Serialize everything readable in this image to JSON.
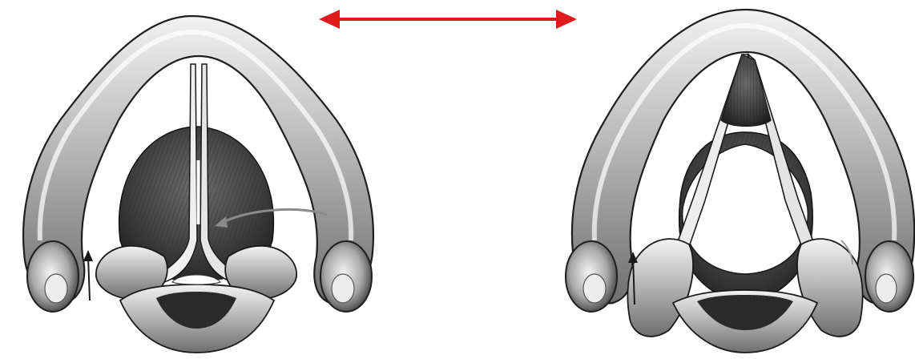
{
  "figure": {
    "panels": [
      {
        "id": "left",
        "state": "adducted"
      },
      {
        "id": "right",
        "state": "abducted"
      }
    ],
    "connector": {
      "kind": "double-headed-arrow",
      "color": "#e01b1b"
    },
    "palette": {
      "ink": "#1c1c1c",
      "shadow": "#5a5a5a",
      "mid": "#9a9a9a",
      "light": "#d6d6d6",
      "paper": "#ffffff"
    }
  }
}
